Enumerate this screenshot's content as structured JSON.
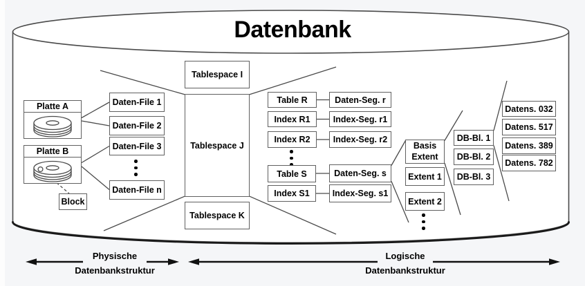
{
  "title": "Datenbank",
  "physical": {
    "platte_a": "Platte A",
    "platte_b": "Platte B",
    "block": "Block",
    "files": [
      "Daten-File 1",
      "Daten-File 2",
      "Daten-File 3",
      "Daten-File n"
    ]
  },
  "tablespaces": [
    "Tablespace I",
    "Tablespace J",
    "Tablespace K"
  ],
  "logical": {
    "tables": [
      "Table R",
      "Index R1",
      "Index R2",
      "Table S",
      "Index S1"
    ],
    "segments": [
      "Daten-Seg. r",
      "Index-Seg. r1",
      "Index-Seg. r2",
      "Daten-Seg. s",
      "Index-Seg. s1"
    ],
    "basis_extent": "Basis Extent",
    "extents": [
      "Extent 1",
      "Extent 2"
    ],
    "db_blocks": [
      "DB-Bl. 1",
      "DB-Bl. 2",
      "DB-Bl. 3"
    ],
    "records": [
      "Datens. 032",
      "Datens. 517",
      "Datens. 389",
      "Datens. 782"
    ]
  },
  "legend": {
    "physical": {
      "line1": "Physische",
      "line2": "Datenbankstruktur"
    },
    "logical": {
      "line1": "Logische",
      "line2": "Datenbankstruktur"
    }
  },
  "colors": {
    "background": "#f5f6f8",
    "cylinder_fill": "#ffffff",
    "line": "#4a4a4a",
    "box_border": "#5f5f5f",
    "box_fill": "#ffffff",
    "text": "#000000",
    "arrow": "#111111",
    "cylinder_shadow": "#1a1a1a"
  },
  "icons": {
    "disk": "disk-icon",
    "block_marker": "block-marker-icon",
    "ellipsis": "ellipsis-vertical-dots"
  }
}
